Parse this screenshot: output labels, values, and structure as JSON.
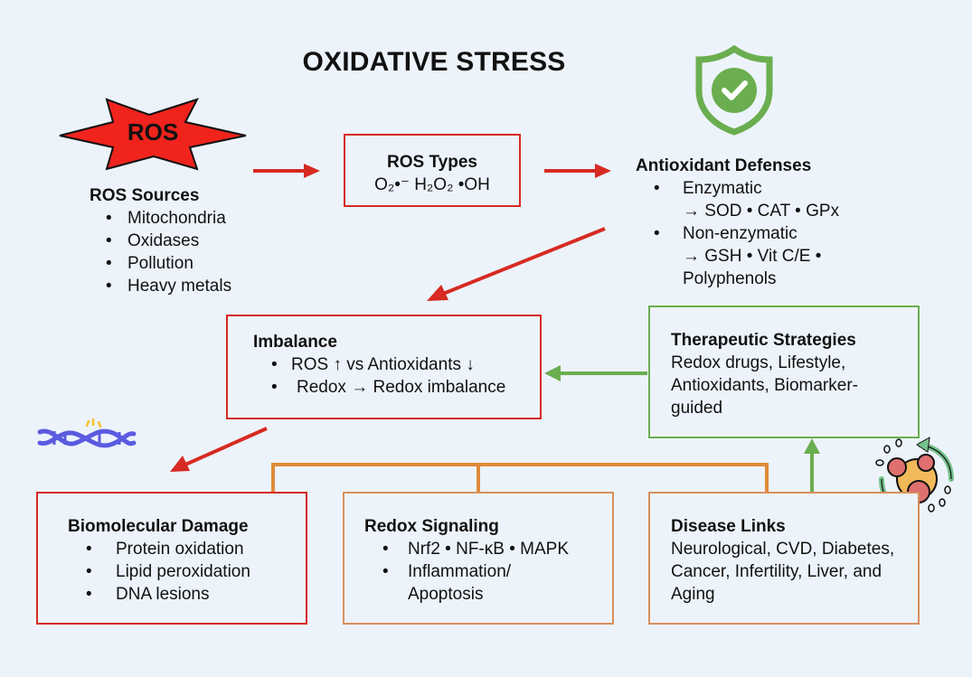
{
  "title": "OXIDATIVE STRESS",
  "ros_badge": {
    "label": "ROS",
    "icon": "starburst-icon",
    "color": "#f0231d"
  },
  "ros_sources": {
    "heading": "ROS Sources",
    "items": [
      "Mitochondria",
      "Oxidases",
      "Pollution",
      "Heavy metals"
    ]
  },
  "ros_types": {
    "heading": "ROS Types",
    "formula": "O₂•⁻ H₂O₂ •OH"
  },
  "antioxidant_defenses": {
    "icon": "shield-check-icon",
    "heading": "Antioxidant Defenses",
    "items": [
      {
        "label": "Enzymatic",
        "detail": "→ SOD • CAT • GPx"
      },
      {
        "label": "Non-enzymatic",
        "detail": "→ GSH • Vit C/E •",
        "detail2": "Polyphenols"
      }
    ]
  },
  "imbalance": {
    "heading": "Imbalance",
    "items": [
      "ROS ↑ vs Antioxidants ↓",
      "Redox → Redox imbalance"
    ]
  },
  "therapeutic": {
    "heading": "Therapeutic Strategies",
    "body": "Redox drugs, Lifestyle, Antioxidants, Biomarker-guided"
  },
  "biomolecular_damage": {
    "icon": "dna-icon",
    "heading": "Biomolecular Damage",
    "items": [
      "Protein oxidation",
      "Lipid peroxidation",
      "DNA lesions"
    ]
  },
  "redox_signaling": {
    "heading": "Redox Signaling",
    "items": [
      "Nrf2 • NF-κB • MAPK",
      "Inflammation/ Apoptosis"
    ]
  },
  "disease_links": {
    "icon": "cell-cycle-icon",
    "heading": "Disease Links",
    "body": "Neurological, CVD, Diabetes, Cancer, Infertility, Liver, and Aging"
  },
  "colors": {
    "red": "#d62a22",
    "green": "#6aae4f",
    "orange": "#e08a3a",
    "background": "#edf3fb"
  }
}
